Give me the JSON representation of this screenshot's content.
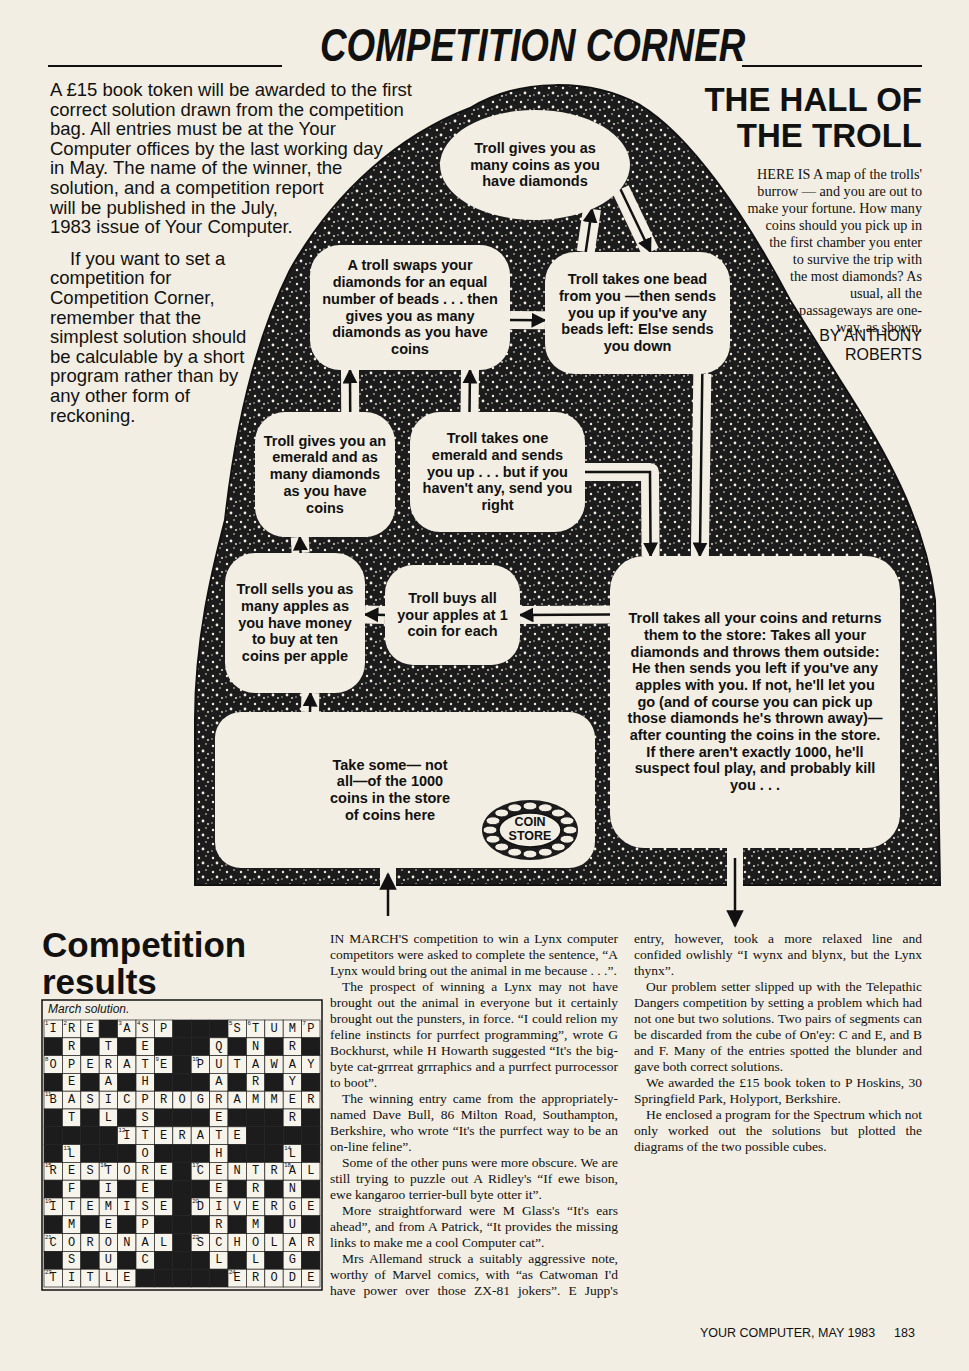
{
  "diagram": {
    "title": "COMPETITION CORNER",
    "nodes": [
      {
        "text": [
          "Troll gives you as many coins as you have diamonds"
        ]
      },
      {
        "text": [
          "A troll swaps your diamonds for an equal number of beads . . . then gives you as many diamonds as you have coins"
        ]
      },
      {
        "text": [
          "Troll takes one bead from you —then sends you up if you've any beads left: Else sends you down"
        ]
      },
      {
        "text": [
          "Troll gives you an emerald and as many diamonds as you have coins"
        ]
      },
      {
        "text": [
          "Troll takes one emerald and sends you up . . . but if you haven't any, send you right"
        ]
      },
      {
        "text": [
          "Troll sells you as many apples as you have money to buy at ten coins per apple"
        ]
      },
      {
        "text": [
          "Troll buys all your apples at 1 coin for each"
        ]
      },
      {
        "text": [
          "Troll takes all your coins and returns them to the store: Takes all your diamonds and throws them outside: He then sends you left if you've any apples with you. If not, he'll let you go (and of course you can pick up those diamonds he's thrown away)—after counting the coins in the store. If there aren't exactly 1000, he'll suspect foul play, and probably kill you . . ."
        ]
      },
      {
        "text": [
          "Take some— not all—of the 1000 coins in the store of coins here"
        ]
      },
      {
        "text": [
          "COIN STORE"
        ],
        "in": 8
      }
    ],
    "edges": [
      {
        "from": 8,
        "to": 5,
        "arrow": "to"
      },
      {
        "from": 6,
        "to": 5,
        "arrow": "to"
      },
      {
        "from": 5,
        "to": 3,
        "arrow": "to"
      },
      {
        "from": 3,
        "to": 1,
        "arrow": "to"
      },
      {
        "from": 4,
        "to": 1,
        "arrow": "to"
      },
      {
        "from": 4,
        "to": 7,
        "arrow": "to"
      },
      {
        "from": 1,
        "to": 2,
        "arrow": "to"
      },
      {
        "from": 2,
        "to": 0,
        "arrow": "to"
      },
      {
        "from": 0,
        "to": 2,
        "arrow": "to"
      },
      {
        "from": 2,
        "to": 7,
        "arrow": "to"
      },
      {
        "from": 7,
        "to": 6,
        "arrow": "to"
      }
    ],
    "labels": [
      "A £15 book token will be awarded to the first correct solution drawn from the competition bag. All entries must be at the Your Computer offices by the last working day in May. The name of the winner, the solution, and a competition report will be published in the July, 1983 issue of Your Computer.",
      "If you want to set a competition for Competition Corner, remember that the simplest solution should be calculable by a short program rather than by any other form of reckoning.",
      "THE HALL OF THE TROLL",
      "HERE IS A map of the trolls' burrow — and you are out to make your fortune. How many coins should you pick up in the first chamber you enter to survive the trip with the most diamonds? As usual, all the passageways are one-way, as shown.",
      "BY ANTHONY ROBERTS",
      "Competition results",
      "March solution.",
      "IRE ASP   STUMP",
      " R T E   Q N R ",
      "OPERATE PUTAWAY",
      " E A H   A R Y ",
      "BASICPROGRAMMER",
      " T L S   E   R ",
      "    ITERATE    ",
      " L   O   H   L ",
      "RESTORE CENTRAL",
      " F I E   E R N ",
      "ITEMISE DIVERGE",
      " M E P   R M U ",
      "CORONAL SCHOLAR",
      " S U C   L L G ",
      "TITLE     ERODE",
      "1",
      "2",
      "3",
      "4",
      "5",
      "6",
      "7",
      "8",
      "9",
      "10",
      "11",
      "12",
      "13",
      "14",
      "15",
      "16",
      "17",
      "18",
      "19",
      "20",
      "21",
      "22",
      "23",
      "24",
      "IN MARCH'S competition to win a Lynx computer competitors were asked to complete the sentence, “A Lynx would bring out the animal in me because . . .”.",
      "The prospect of winning a Lynx may not have brought out the animal in everyone but it certainly brought out the punsters, in force. “I could relion my feline instincts for purrfect programming”, wrote G Bockhurst, while H Howarth suggested “It's the big-byte cat-grrreat grrraphics and a purrfect purrocessor to boot”.",
      "The winning entry came from the appropriately-named Dave Bull, 86 Milton Road, Southampton, Berkshire, who wrote “It's the purrfect way to be an on-line feline”.",
      "Some of the other puns were more obscure. We are still trying to puzzle out A Ridley's “If ewe bison, ewe kangaroo terrier-bull byte otter it”.",
      "More straightforward were M Glass's “It's ears ahead”, and from A Patrick, “It provides the missing links to make me a cool Computer cat”.",
      "Mrs Allemand struck a suitably aggressive note, worthy of Marvel comics, with “as Catwoman I'd have power over those ZX-81 jokers”. E Jupp's entry, however, took a more relaxed line and confided owlishly “I wynx and blynx, but the Lynx thynx”.",
      "Our problem setter slipped up with the Telepathic Dangers competition by setting a problem which had not one but two solutions. Two pairs of segments can be discarded from the cube of On'ey: C and E, and B and F. Many of the entries spotted the blunder and gave both correct solutions.",
      "We awarded the £15 book token to P Hoskins, 30 Springfield Park, Holyport, Berkshire.",
      "He enclosed a program for the Spectrum which not only worked out the solutions but plotted the diagrams of the two possible cubes.",
      "YOUR COMPUTER, MAY 1983",
      "183"
    ]
  }
}
